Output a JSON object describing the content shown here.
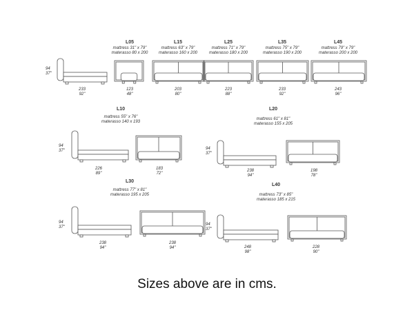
{
  "height_label": {
    "cm": "94",
    "in": "37\""
  },
  "top_row": {
    "side": {
      "cm": "233",
      "in": "92\""
    },
    "models": [
      {
        "name": "L05",
        "mattress": "mattress 31\" x 79\"",
        "materasso": "materasso 80 x 200",
        "cm": "123",
        "in": "48\""
      },
      {
        "name": "L15",
        "mattress": "mattress 63\" x 79\"",
        "materasso": "materasso 160 x 200",
        "cm": "203",
        "in": "80\""
      },
      {
        "name": "L25",
        "mattress": "mattress 71\" x 79\"",
        "materasso": "materasso 180 x 200",
        "cm": "223",
        "in": "88\""
      },
      {
        "name": "L35",
        "mattress": "mattress 75\" x 79\"",
        "materasso": "materasso 190 x 200",
        "cm": "233",
        "in": "92\""
      },
      {
        "name": "L45",
        "mattress": "mattress 79\" x 79\"",
        "materasso": "materasso 200 x 200",
        "cm": "243",
        "in": "96\""
      }
    ]
  },
  "groups": [
    {
      "name": "L10",
      "mattress": "mattress 55\" x 76\"",
      "materasso": "materasso 140 x 193",
      "side_cm": "226",
      "side_in": "89\"",
      "front_cm": "183",
      "front_in": "72\""
    },
    {
      "name": "L20",
      "mattress": "mattress 61\" x 81\"",
      "materasso": "materasso 155 x 205",
      "side_cm": "238",
      "side_in": "94\"",
      "front_cm": "198",
      "front_in": "78\""
    },
    {
      "name": "L30",
      "mattress": "mattress 77\" x 81\"",
      "materasso": "materasso 195 x 205",
      "side_cm": "238",
      "side_in": "94\"",
      "front_cm": "238",
      "front_in": "94\""
    },
    {
      "name": "L40",
      "mattress": "mattress 73\" x 85\"",
      "materasso": "materasso 185 x 215",
      "side_cm": "248",
      "side_in": "98\"",
      "front_cm": "228",
      "front_in": "90\""
    }
  ],
  "caption": "Sizes above are in cms.",
  "colors": {
    "line": "#555555"
  }
}
